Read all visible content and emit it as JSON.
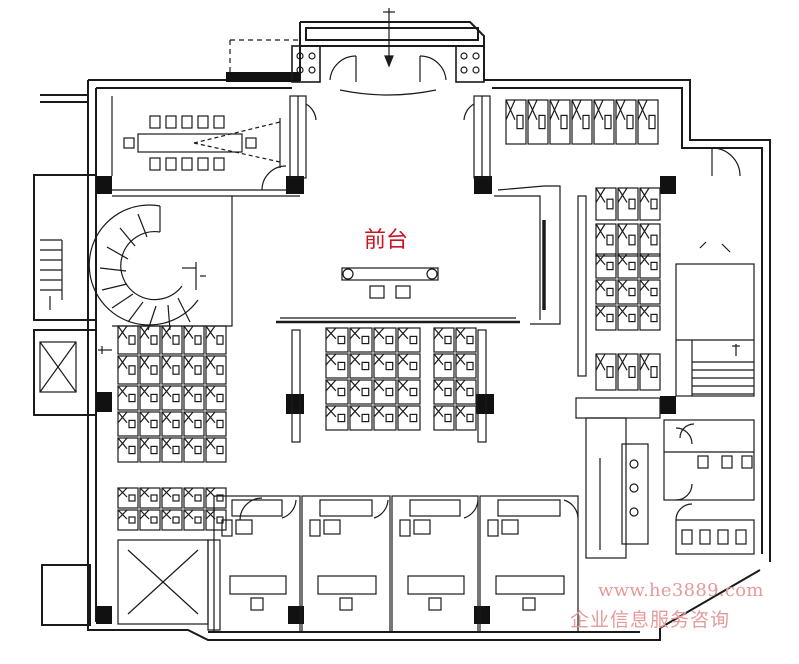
{
  "plan": {
    "room_label": "前台",
    "watermark_url": "www.he3889.com",
    "watermark_text": "企业信息服务咨询"
  },
  "colors": {
    "line": "#1a1a1a",
    "label_red": "#c8141e",
    "watermark": "#e69a9a"
  },
  "icons": [
    "north-arrow-icon",
    "stair-icon",
    "elevator-icon",
    "desk-icon",
    "chair-icon",
    "door-swing-icon"
  ]
}
